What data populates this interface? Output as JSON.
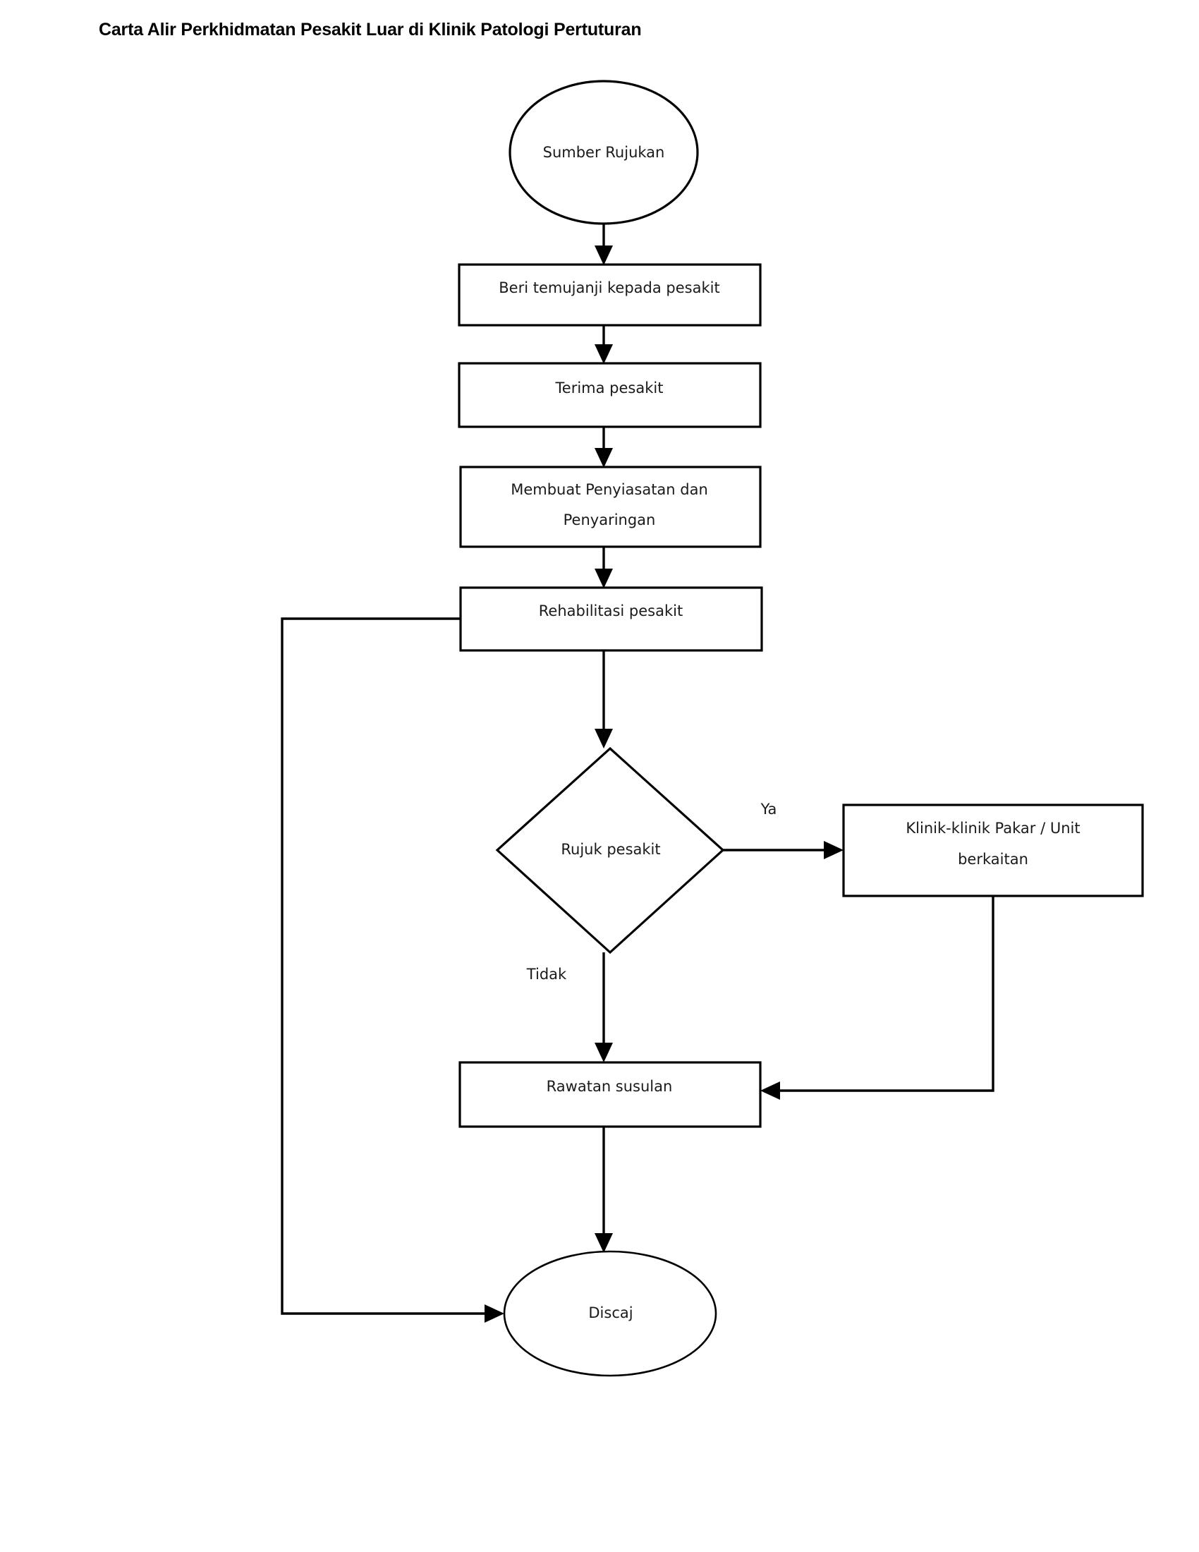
{
  "title": "Carta Alir Perkhidmatan Pesakit Luar di Klinik Patologi Pertuturan",
  "chart_data": {
    "type": "diagram",
    "diagram_kind": "flowchart",
    "orientation": "top-to-bottom",
    "title": "Carta Alir Perkhidmatan Pesakit Luar di Klinik Patologi Pertuturan",
    "nodes": [
      {
        "id": "n1",
        "shape": "ellipse",
        "label": "Sumber Rujukan"
      },
      {
        "id": "n2",
        "shape": "rectangle",
        "label": "Beri temujanji kepada pesakit"
      },
      {
        "id": "n3",
        "shape": "rectangle",
        "label": "Terima pesakit"
      },
      {
        "id": "n4",
        "shape": "rectangle",
        "label_line1": "Membuat Penyiasatan dan",
        "label_line2": "Penyaringan"
      },
      {
        "id": "n5",
        "shape": "rectangle",
        "label": "Rehabilitasi pesakit"
      },
      {
        "id": "n6",
        "shape": "diamond",
        "label": "Rujuk pesakit"
      },
      {
        "id": "n7",
        "shape": "rectangle",
        "label_line1": "Klinik-klinik Pakar / Unit",
        "label_line2": "berkaitan"
      },
      {
        "id": "n8",
        "shape": "rectangle",
        "label": "Rawatan susulan"
      },
      {
        "id": "n9",
        "shape": "ellipse",
        "label": "Discaj"
      }
    ],
    "edges": [
      {
        "from": "n1",
        "to": "n2",
        "label": ""
      },
      {
        "from": "n2",
        "to": "n3",
        "label": ""
      },
      {
        "from": "n3",
        "to": "n4",
        "label": ""
      },
      {
        "from": "n4",
        "to": "n5",
        "label": ""
      },
      {
        "from": "n5",
        "to": "n6",
        "label": ""
      },
      {
        "from": "n6",
        "to": "n7",
        "label": "Ya"
      },
      {
        "from": "n6",
        "to": "n8",
        "label": "Tidak"
      },
      {
        "from": "n7",
        "to": "n8",
        "label": ""
      },
      {
        "from": "n8",
        "to": "n9",
        "label": ""
      },
      {
        "from": "n5",
        "to": "n9",
        "label": ""
      }
    ],
    "edge_labels": [
      "Ya",
      "Tidak"
    ]
  },
  "colors": {
    "background": "#ffffff",
    "stroke": "#000000",
    "text": "#1a1a1a",
    "title": "#000000"
  }
}
